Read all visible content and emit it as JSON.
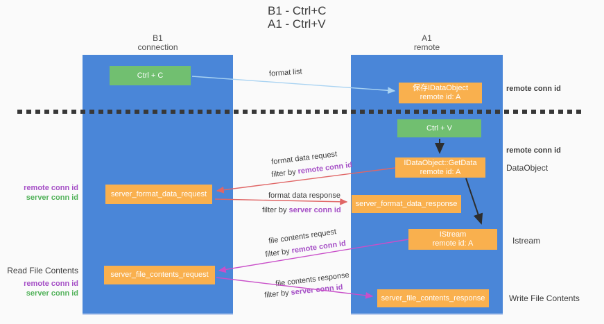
{
  "title": {
    "line1": "B1 - Ctrl+C",
    "line2": "A1 - Ctrl+V"
  },
  "columns": {
    "left": {
      "title": "B1",
      "subtitle": "connection"
    },
    "right": {
      "title": "A1",
      "subtitle": "remote"
    }
  },
  "nodes": {
    "ctrl_c": {
      "label": "Ctrl + C"
    },
    "save_dataobject": {
      "line1": "保存IDataObject",
      "line2": "remote id: A"
    },
    "ctrl_v": {
      "label": "Ctrl + V"
    },
    "getdata": {
      "line1": "IDataObject::GetData",
      "line2": "remote id: A"
    },
    "server_format_data_request": {
      "label": "server_format_data_request"
    },
    "server_format_data_response": {
      "label": "server_format_data_response"
    },
    "istream": {
      "line1": "IStream",
      "line2": "remote id: A"
    },
    "server_file_contents_request": {
      "label": "server_file_contents_request"
    },
    "server_file_contents_response": {
      "label": "server_file_contents_response"
    }
  },
  "flow_labels": {
    "format_list": "format list",
    "format_data_request": "format data request",
    "filter_by_remote_1": {
      "prefix": "filter by ",
      "id": "remote conn id"
    },
    "format_data_response": "format data response",
    "filter_by_server_1": {
      "prefix": "filter by ",
      "id": "server conn id"
    },
    "file_contents_request": "file contents request",
    "filter_by_remote_2": {
      "prefix": "filter by ",
      "id": "remote conn id"
    },
    "file_contents_response": "file contents response",
    "filter_by_server_2": {
      "prefix": "filter by ",
      "id": "server conn id"
    }
  },
  "side_labels": {
    "right_remote_conn_id_1": "remote conn id",
    "right_remote_conn_id_2": "remote conn id",
    "dataobject": "DataObject",
    "istream": "Istream",
    "write_file_contents": "Write File Contents",
    "left_remote_conn_id_1": "remote conn id",
    "left_server_conn_id_1": "server conn id",
    "read_file_contents": "Read File Contents",
    "left_remote_conn_id_2": "remote conn id",
    "left_server_conn_id_2": "server conn id"
  },
  "colors": {
    "column_blue": "#4a86d8",
    "node_green": "#71bf70",
    "node_orange": "#f9b04e",
    "purple_text": "#a54fc6",
    "green_text": "#52b25a",
    "red_arrow": "#e06666",
    "magenta_arrow": "#c94fc9",
    "blue_arrow": "#a9d3f2",
    "black_arrow": "#2d2d2d",
    "background": "#fafafa"
  }
}
